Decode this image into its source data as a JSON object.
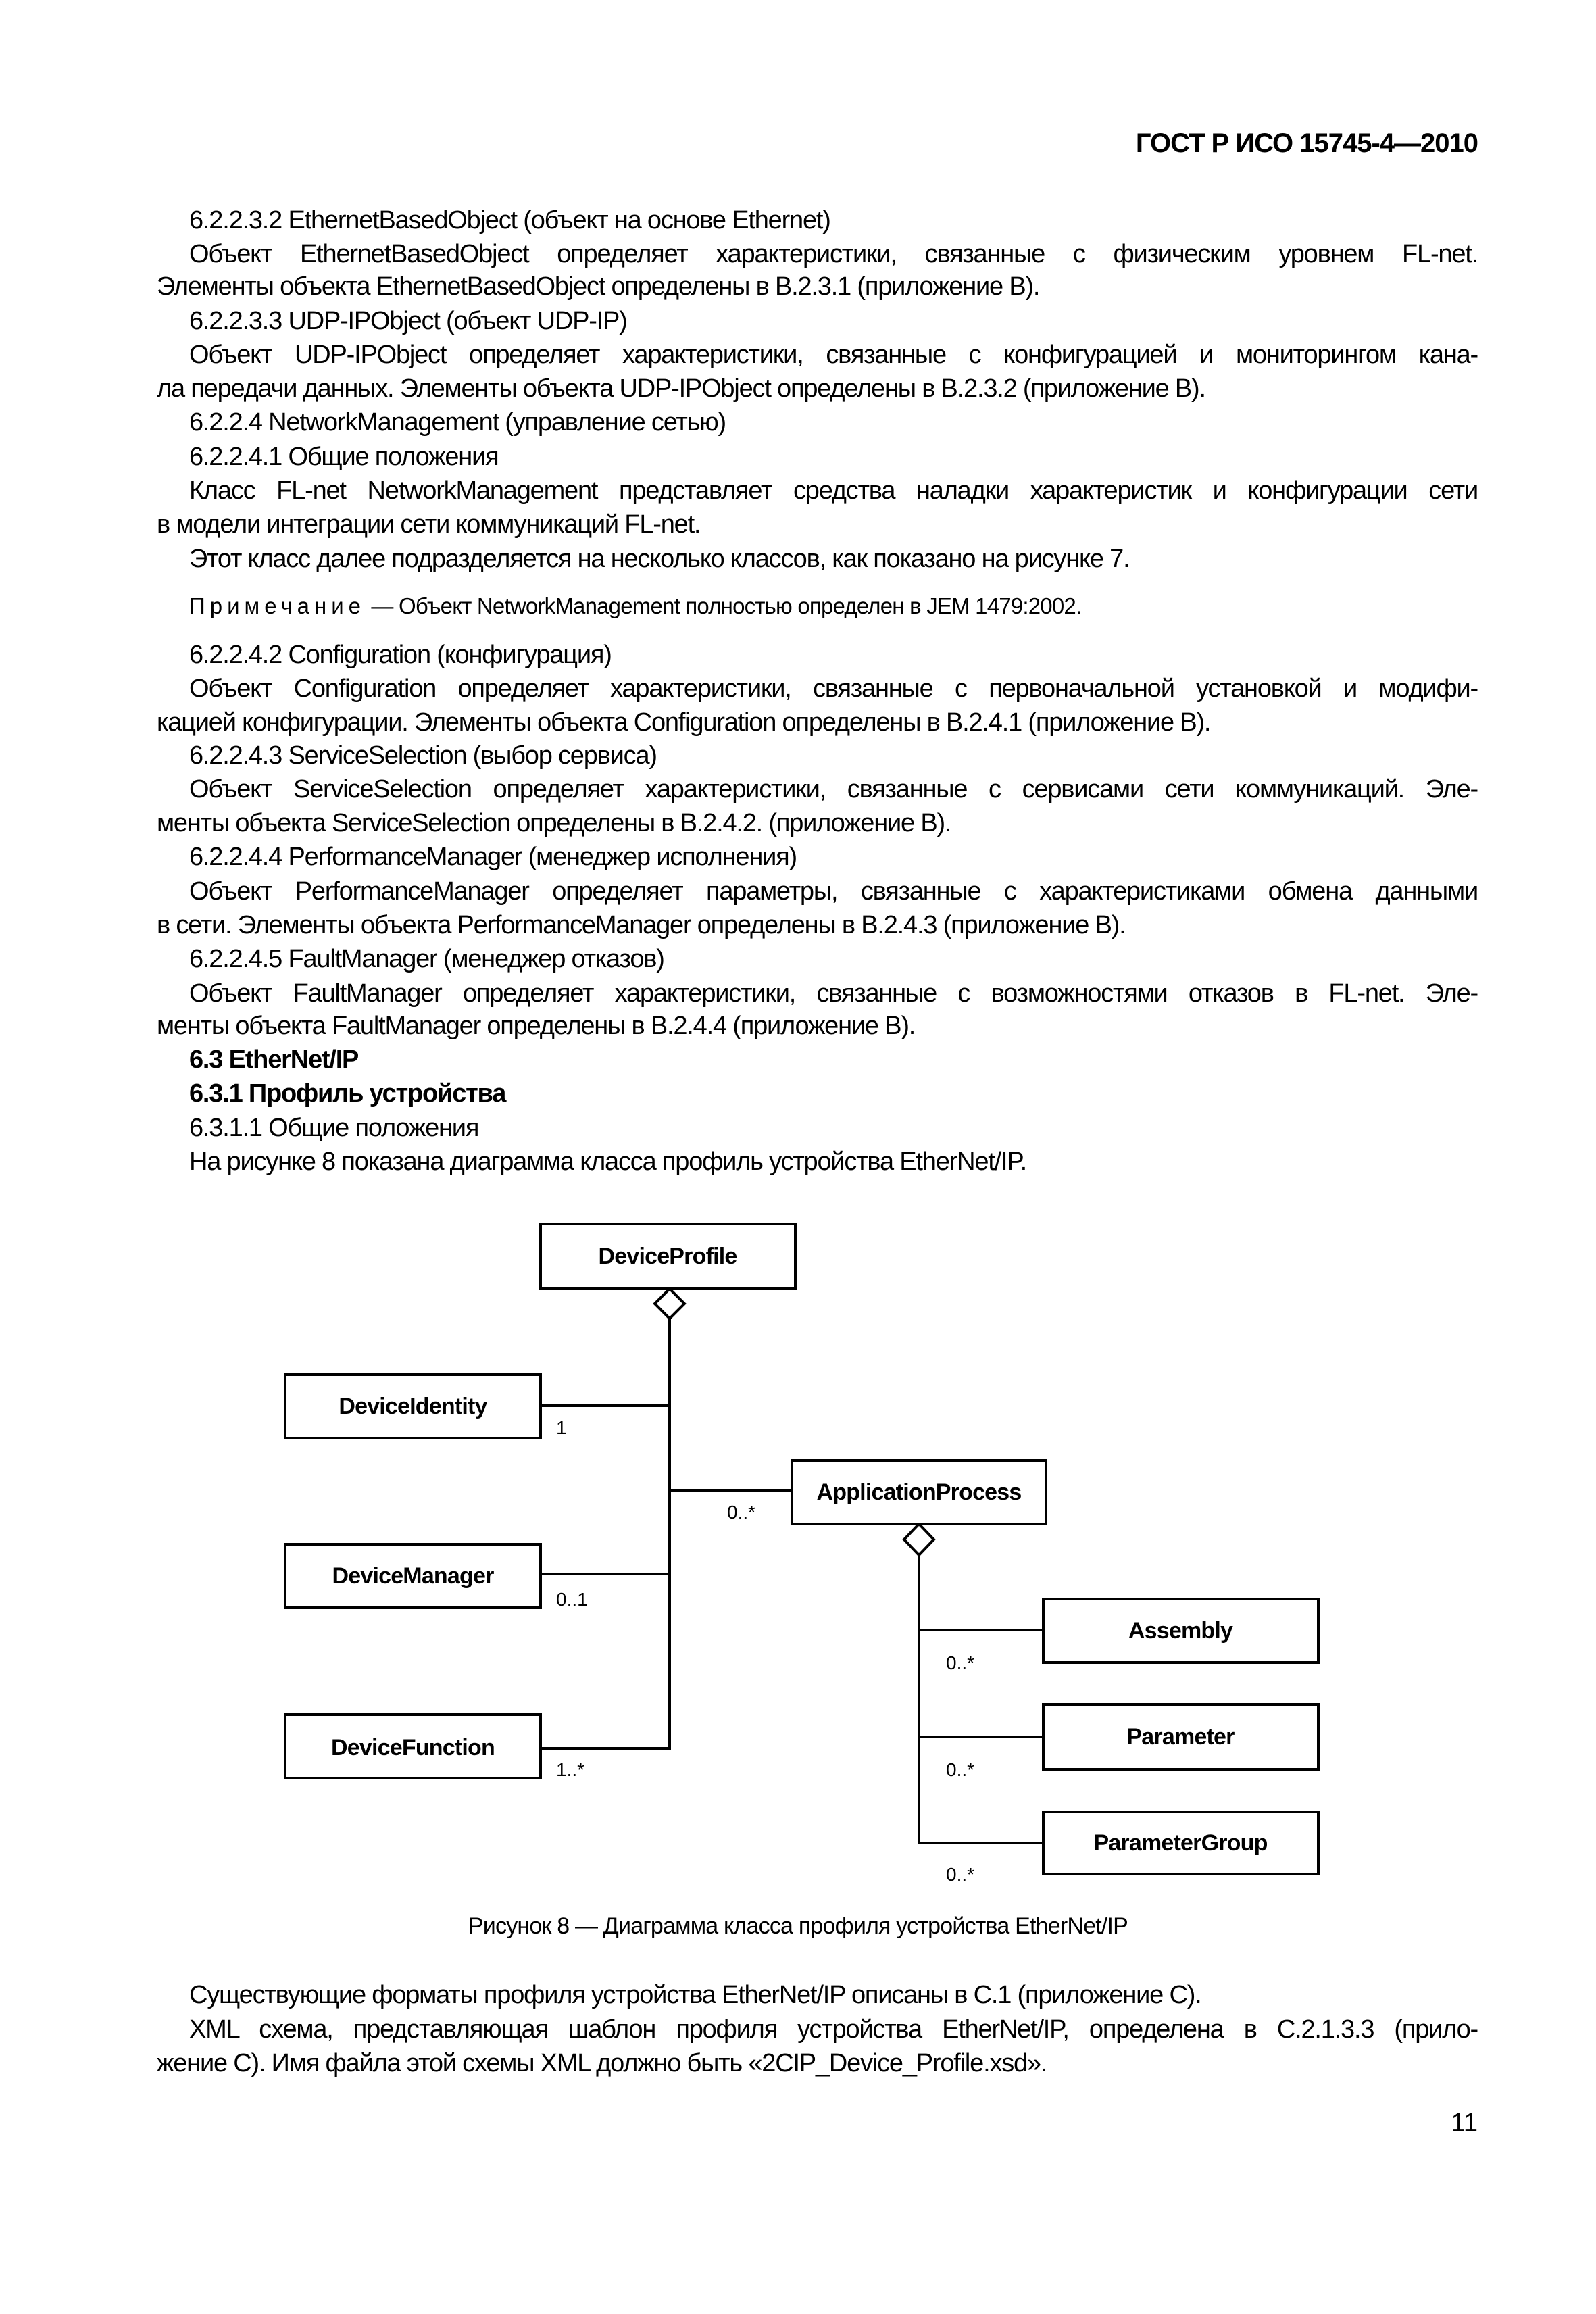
{
  "header": {
    "doc_id": "ГОСТ Р ИСО 15745-4—2010"
  },
  "body": {
    "lines": [
      {
        "text": "6.2.2.3.2 EthernetBasedObject (объект на основе Ethernet)"
      },
      {
        "text": "Объект EthernetBasedObject определяет характеристики, связанные с физическим уровнем FL-net."
      },
      {
        "text": "Элементы объекта EthernetBasedObject определены в B.2.3.1 (приложение В)."
      },
      {
        "text": "6.2.2.3.3 UDP-IPObject (объект UDP-IP)"
      },
      {
        "text": "Объект UDP-IPObject определяет характеристики, связанные с конфигурацией и мониторингом кана-"
      },
      {
        "text": "ла передачи данных. Элементы объекта UDP-IPObject определены в B.2.3.2 (приложение В)."
      },
      {
        "text": "6.2.2.4  NetworkManagement (управление сетью)"
      },
      {
        "text": "6.2.2.4.1  Общие положения"
      },
      {
        "text": "Класс FL-net NetworkManagement представляет средства наладки характеристик и конфигурации сети"
      },
      {
        "text": "в модели интеграции сети коммуникаций FL-net."
      },
      {
        "text": "Этот класс далее подразделяется на несколько классов, как показано на рисунке 7."
      },
      {
        "text": "— Объект NetworkManagement полностью определен в JEM 1479:2002."
      },
      {
        "text": "6.2.2.4.2 Configuration (конфигурация)"
      },
      {
        "text": "Объект Configuration определяет характеристики, связанные с первоначальной установкой и модифи-"
      },
      {
        "text": "кацией конфигурации. Элементы объекта Configuration определены в B.2.4.1 (приложение В)."
      },
      {
        "text": "6.2.2.4.3 ServiceSelection  (выбор сервиса)"
      },
      {
        "text": "Объект ServiceSelection определяет характеристики, связанные с сервисами сети коммуникаций. Эле-"
      },
      {
        "text": "менты объекта ServiceSelection определены в B.2.4.2. (приложение В)."
      },
      {
        "text": "6.2.2.4.4 PerformanceManager  (менеджер исполнения)"
      },
      {
        "text": "Объект PerformanceManager определяет параметры, связанные с характеристиками обмена данными"
      },
      {
        "text": "в сети. Элементы объекта PerformanceManager определены в B.2.4.3 (приложение В)."
      },
      {
        "text": "6.2.2.4.5 FaultManager (менеджер отказов)"
      },
      {
        "text": "Объект FaultManager определяет характеристики, связанные с возможностями отказов в FL-net. Эле-"
      },
      {
        "text": "менты объекта FaultManager определены в B.2.4.4 (приложение В)."
      },
      {
        "text": "6.3 EtherNet/IP"
      },
      {
        "text": "6.3.1 Профиль устройства"
      },
      {
        "text": "6.3.1.1 Общие положения"
      },
      {
        "text": "На рисунке 8 показана диаграмма класса профиль устройства EtherNet/IP."
      }
    ],
    "note_label": "Примечание"
  },
  "diagram": {
    "classes": {
      "device_profile": "DeviceProfile",
      "device_identity": "DeviceIdentity",
      "application_process": "ApplicationProcess",
      "device_manager": "DeviceManager",
      "device_function": "DeviceFunction",
      "assembly": "Assembly",
      "parameter": "Parameter",
      "parameter_group": "ParameterGroup"
    },
    "multiplicities": {
      "device_identity": "1",
      "application_process": "0..*",
      "device_manager": "0..1",
      "device_function": "1..*",
      "assembly": "0..*",
      "parameter": "0..*",
      "parameter_group": "0..*"
    },
    "caption": "Рисунок 8 — Диаграмма класса профиля устройства EtherNet/IP"
  },
  "after": {
    "lines": [
      {
        "text": "Существующие форматы профиля устройства EtherNet/IP описаны в С.1 (приложение С)."
      },
      {
        "text": "XML схема, представляющая шаблон профиля устройства EtherNet/IP, определена в С.2.1.3.3 (прило-"
      },
      {
        "text": "жение С). Имя файла этой схемы XML должно быть «2CIP_Device_Profile.xsd»."
      }
    ]
  },
  "footer": {
    "page_number": "11"
  }
}
